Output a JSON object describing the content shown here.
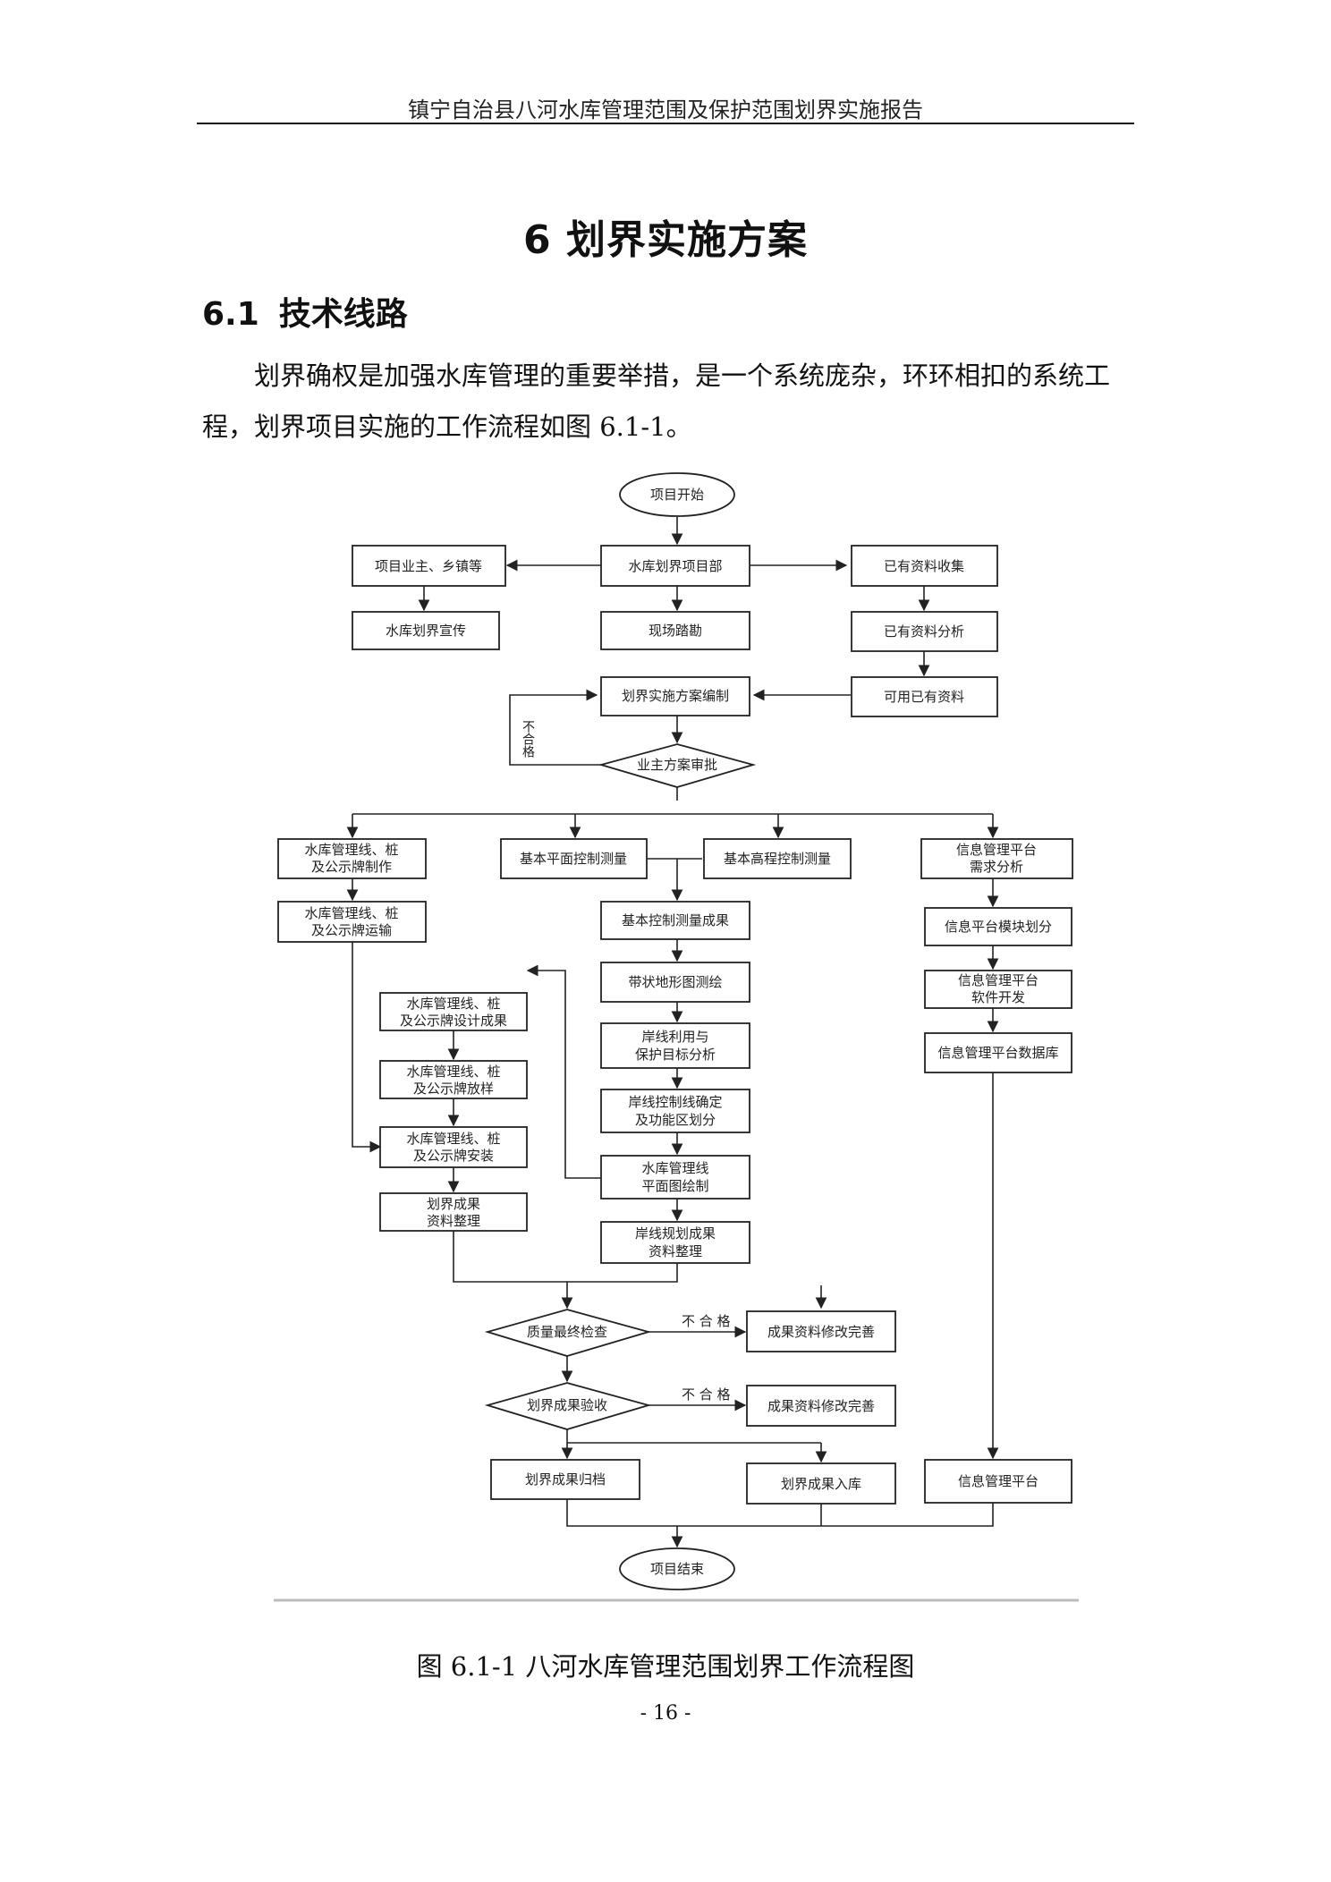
{
  "header": {
    "running_title": "镇宁自治县八河水库管理范围及保护范围划界实施报告"
  },
  "chapter": {
    "title": "6  划界实施方案"
  },
  "section": {
    "number": "6.1",
    "title": "技术线路"
  },
  "body": {
    "paragraph": "划界确权是加强水库管理的重要举措，是一个系统庞杂，环环相扣的系统工程，划界项目实施的工作流程如图 6.1-1。"
  },
  "flowchart": {
    "nodes": {
      "start": "项目开始",
      "dept": "水库划界项目部",
      "owner": "项目业主、乡镇等",
      "publicity": "水库划界宣传",
      "survey": "现场踏勘",
      "collect": "已有资料收集",
      "analyze": "已有资料分析",
      "reuse": "可用已有资料",
      "plan": "划界实施方案编制",
      "approve": "业主方案审批",
      "reject_label": "不合格",
      "make_line1": "水库管理线、桩",
      "make_line2": "及公示牌制作",
      "ctrl_plane": "基本平面控制测量",
      "ctrl_elev": "基本高程控制测量",
      "info_req_line1": "信息管理平台",
      "info_req_line2": "需求分析",
      "transport_line1": "水库管理线、桩",
      "transport_line2": "及公示牌运输",
      "ctrl_result": "基本控制测量成果",
      "info_module": "信息平台模块划分",
      "strip_map": "带状地形图测绘",
      "info_dev_line1": "信息管理平台",
      "info_dev_line2": "软件开发",
      "design_line1": "水库管理线、桩",
      "design_line2": "及公示牌设计成果",
      "shore_use_line1": "岸线利用与",
      "shore_use_line2": "保护目标分析",
      "info_db": "信息管理平台数据库",
      "stake_line1": "水库管理线、桩",
      "stake_line2": "及公示牌放样",
      "shore_ctrl_line1": "岸线控制线确定",
      "shore_ctrl_line2": "及功能区划分",
      "install_line1": "水库管理线、桩",
      "install_line2": "及公示牌安装",
      "draw_line1": "水库管理线",
      "draw_line2": "平面图绘制",
      "result_doc_line1": "划界成果",
      "result_doc_line2": "资料整理",
      "shore_doc_line1": "岸线规划成果",
      "shore_doc_line2": "资料整理",
      "qc": "质量最终检查",
      "fail_label": "不 合 格",
      "fix": "成果资料修改完善",
      "accept": "划界成果验收",
      "archive": "划界成果归档",
      "store": "划界成果入库",
      "info_platform": "信息管理平台",
      "end": "项目结束"
    }
  },
  "caption": "图 6.1-1 八河水库管理范围划界工作流程图",
  "page_number": "- 16 -"
}
